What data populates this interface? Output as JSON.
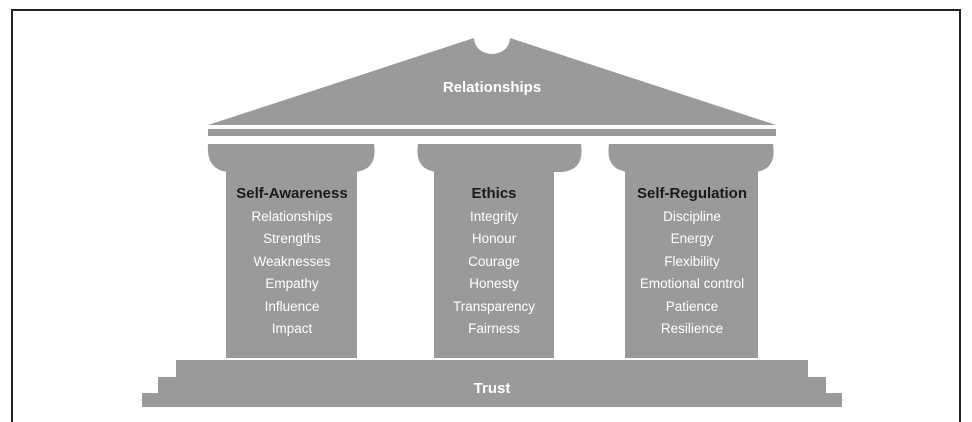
{
  "diagram": {
    "roof_label": "Relationships",
    "base_label": "Trust",
    "pillars": [
      {
        "heading": "Self-Awareness",
        "items": [
          "Relationships",
          "Strengths",
          "Weaknesses",
          "Empathy",
          "Influence",
          "Impact"
        ]
      },
      {
        "heading": "Ethics",
        "items": [
          "Integrity",
          "Honour",
          "Courage",
          "Honesty",
          "Transparency",
          "Fairness"
        ]
      },
      {
        "heading": "Self-Regulation",
        "items": [
          "Discipline",
          "Energy",
          "Flexibility",
          "Emotional control",
          "Patience",
          "Resilience"
        ]
      }
    ]
  },
  "colors": {
    "structure": "#9a9a9a",
    "frame": "#222222",
    "text_light": "#ffffff",
    "text_dark": "#1a1a1a"
  }
}
